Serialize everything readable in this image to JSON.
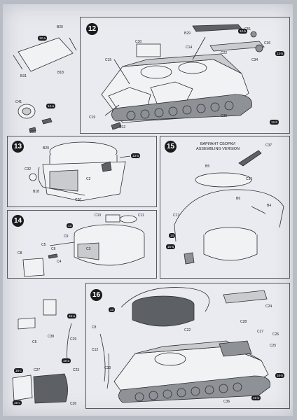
{
  "steps": {
    "s12": {
      "num": "12",
      "parts": [
        "B20",
        "B18",
        "B31",
        "C41",
        "C30",
        "C33",
        "C15",
        "B29",
        "C51",
        "C14",
        "C22",
        "C34",
        "C36",
        "C19",
        "C12",
        "C35",
        "C22"
      ],
      "subs": [
        "12-a",
        "12-a",
        "12-b",
        "12-b",
        "12-b"
      ]
    },
    "s13": {
      "num": "13",
      "parts": [
        "B29",
        "C32",
        "C2",
        "B18",
        "C20"
      ],
      "subs": [
        "13-a"
      ]
    },
    "s14": {
      "num": "14",
      "parts": [
        "C10",
        "C11",
        "C9",
        "C8",
        "C6",
        "C4",
        "C5",
        "C3"
      ],
      "subs": [
        "13"
      ]
    },
    "s15": {
      "num": "15",
      "header_ru": "ВАРИАНТ СБОРКИ",
      "header_en": "ASSEMBLING VERSION",
      "parts": [
        "C37",
        "B5",
        "C31",
        "B6",
        "C17",
        "B4"
      ],
      "subs": [
        "14",
        "15-a"
      ]
    },
    "s16": {
      "num": "16",
      "parts": [
        "C24",
        "C38",
        "C29",
        "C5",
        "C8",
        "C23",
        "C12",
        "C28",
        "C27",
        "C26",
        "C25",
        "C27",
        "C22",
        "C26",
        "C33",
        "C36"
      ],
      "subs": [
        "13",
        "16-a",
        "16-a",
        "16-b",
        "16-b",
        "16-c",
        "16-c"
      ]
    }
  }
}
